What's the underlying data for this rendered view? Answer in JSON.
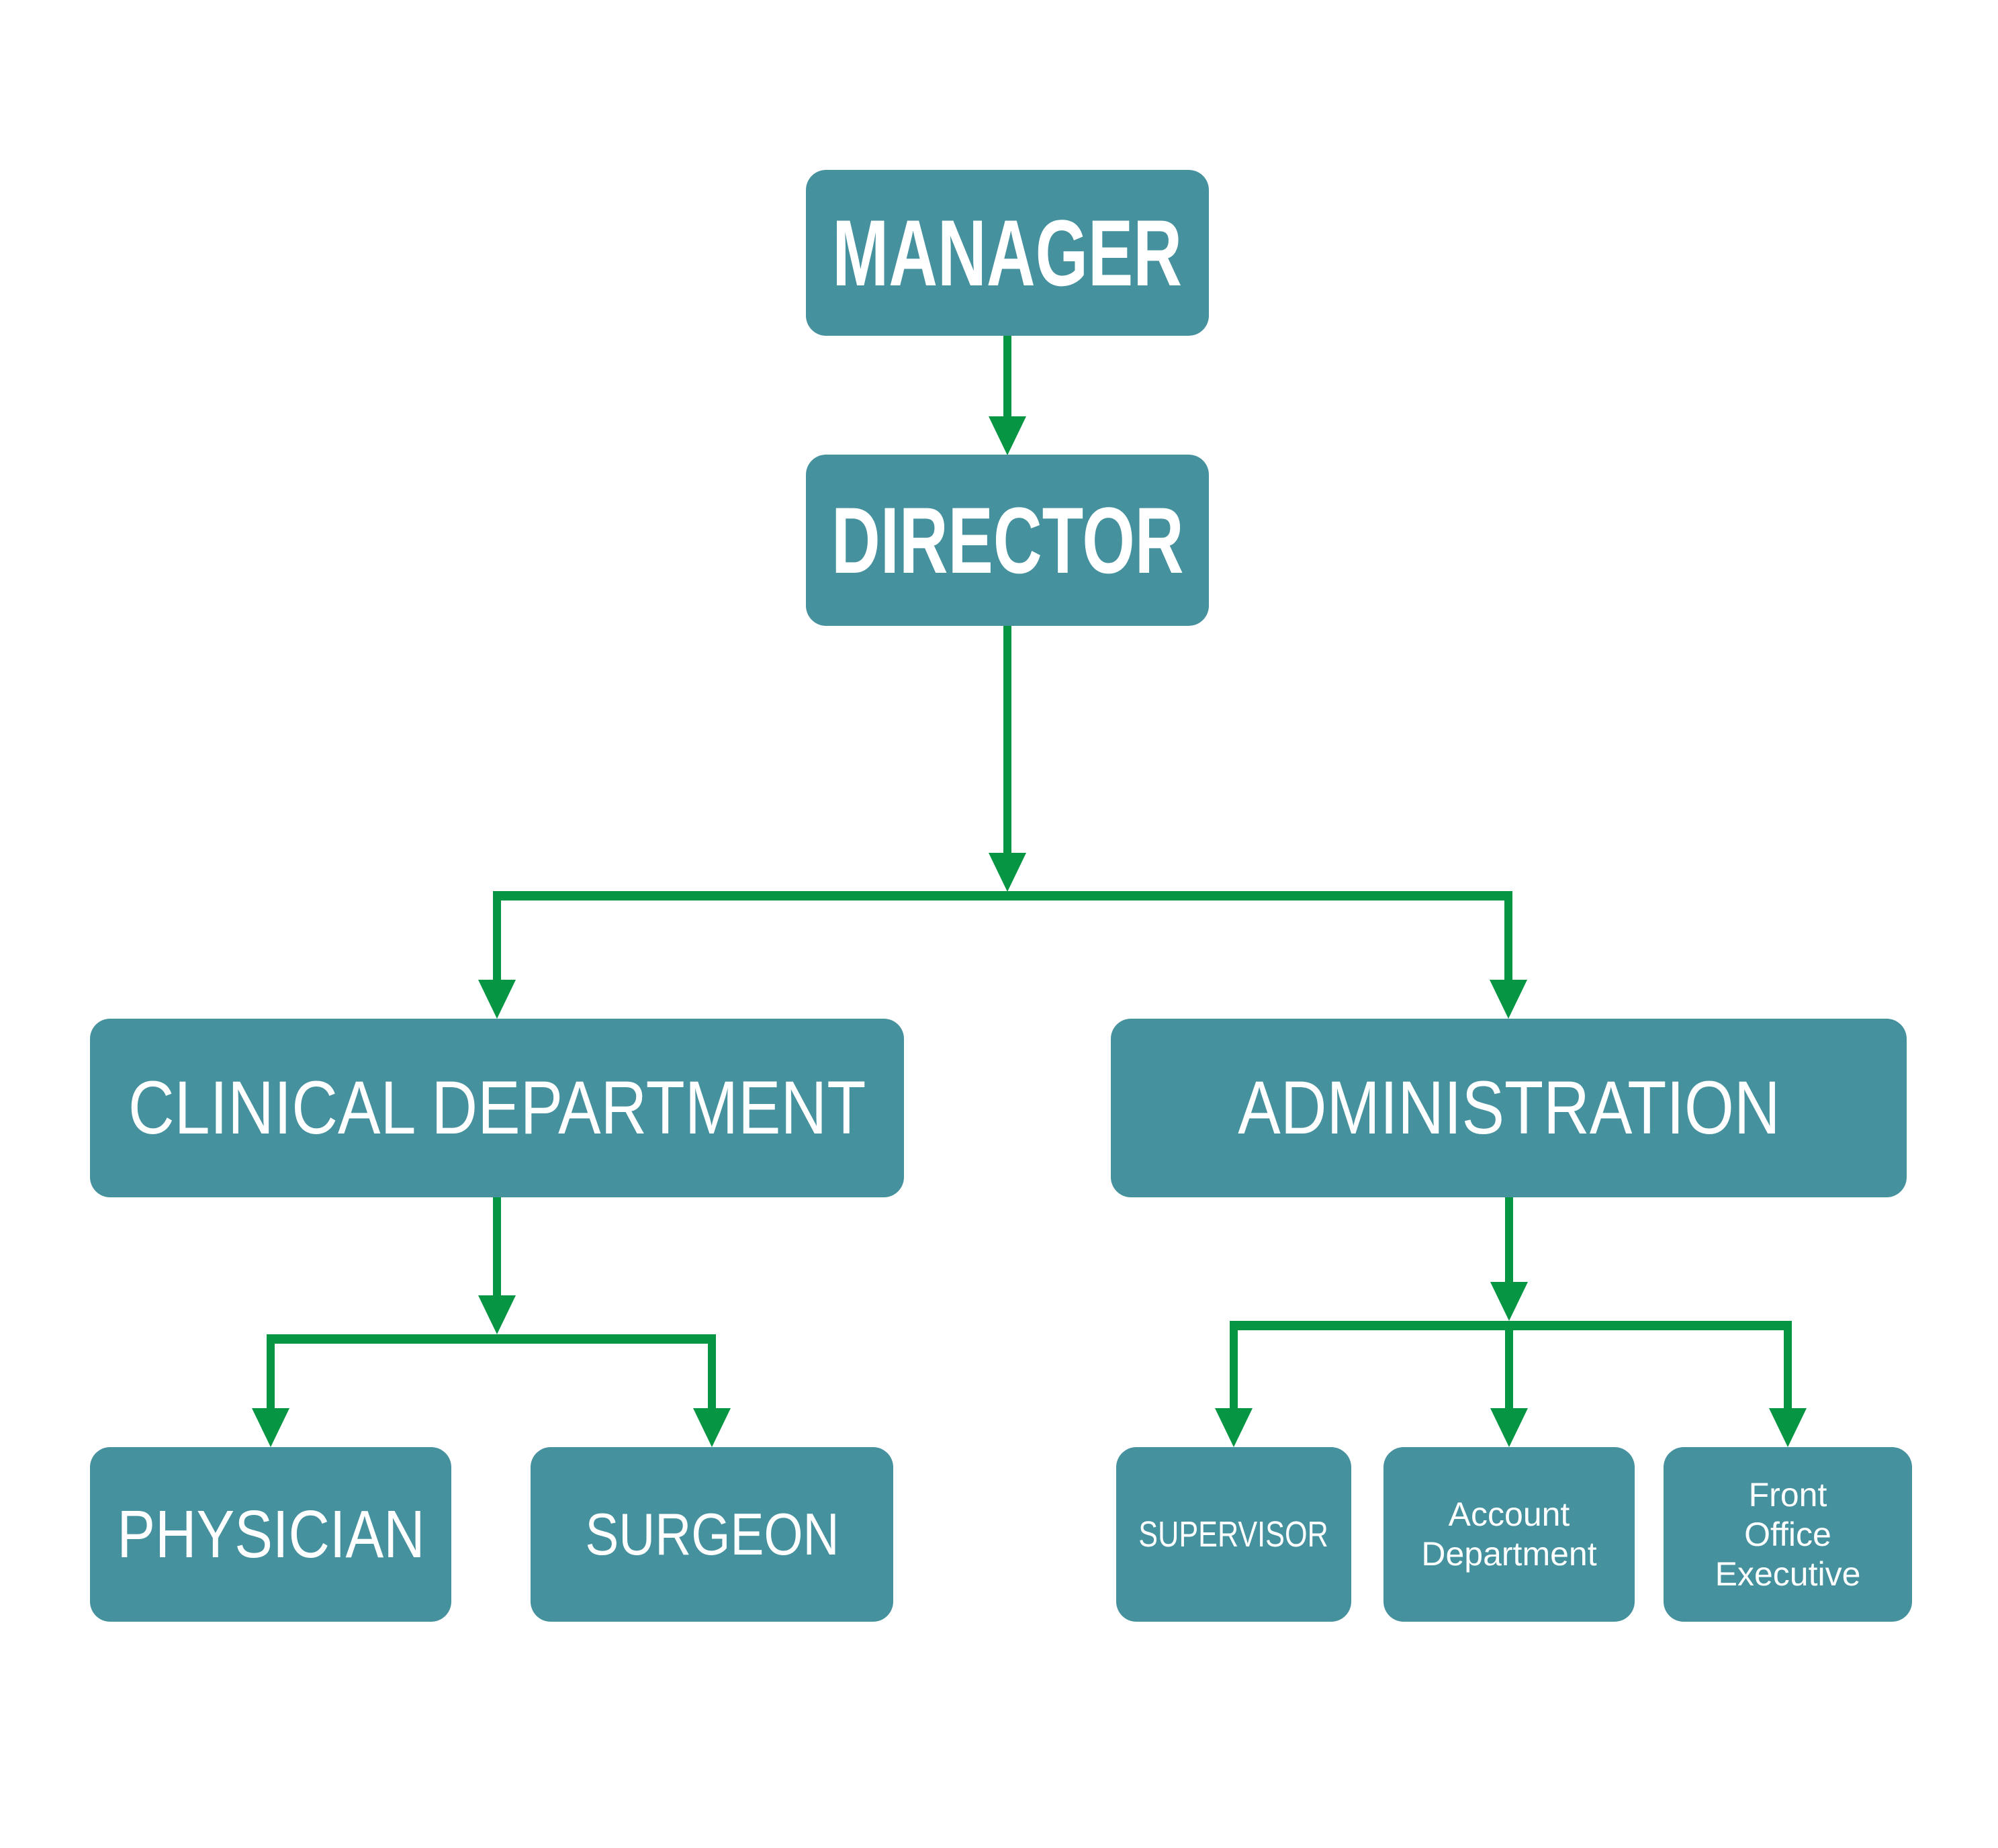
{
  "diagram": {
    "type": "organizational-chart",
    "background": "#FFFFFF",
    "colors": {
      "node_fill": "#45919E",
      "node_text": "#FFFFFF",
      "connector": "#059543"
    },
    "nodes": {
      "manager": {
        "label": "MANAGER"
      },
      "director": {
        "label": "DIRECTOR"
      },
      "clinical_department": {
        "label": "CLINICAL DEPARTMENT"
      },
      "administration": {
        "label": "ADMINISTRATION"
      },
      "physician": {
        "label": "PHYSICIAN"
      },
      "surgeon": {
        "label": "SURGEON"
      },
      "supervisor": {
        "label": "SUPERVISOR"
      },
      "account_department": {
        "label": "Account\nDepartment"
      },
      "front_office_executive": {
        "label": "Front\nOffice\nExecutive"
      }
    },
    "edges": [
      {
        "from": "MANAGER",
        "to": "DIRECTOR"
      },
      {
        "from": "DIRECTOR",
        "to": "CLINICAL DEPARTMENT"
      },
      {
        "from": "DIRECTOR",
        "to": "ADMINISTRATION"
      },
      {
        "from": "CLINICAL DEPARTMENT",
        "to": "PHYSICIAN"
      },
      {
        "from": "CLINICAL DEPARTMENT",
        "to": "SURGEON"
      },
      {
        "from": "ADMINISTRATION",
        "to": "SUPERVISOR"
      },
      {
        "from": "ADMINISTRATION",
        "to": "Account Department"
      },
      {
        "from": "ADMINISTRATION",
        "to": "Front Office Executive"
      }
    ]
  }
}
